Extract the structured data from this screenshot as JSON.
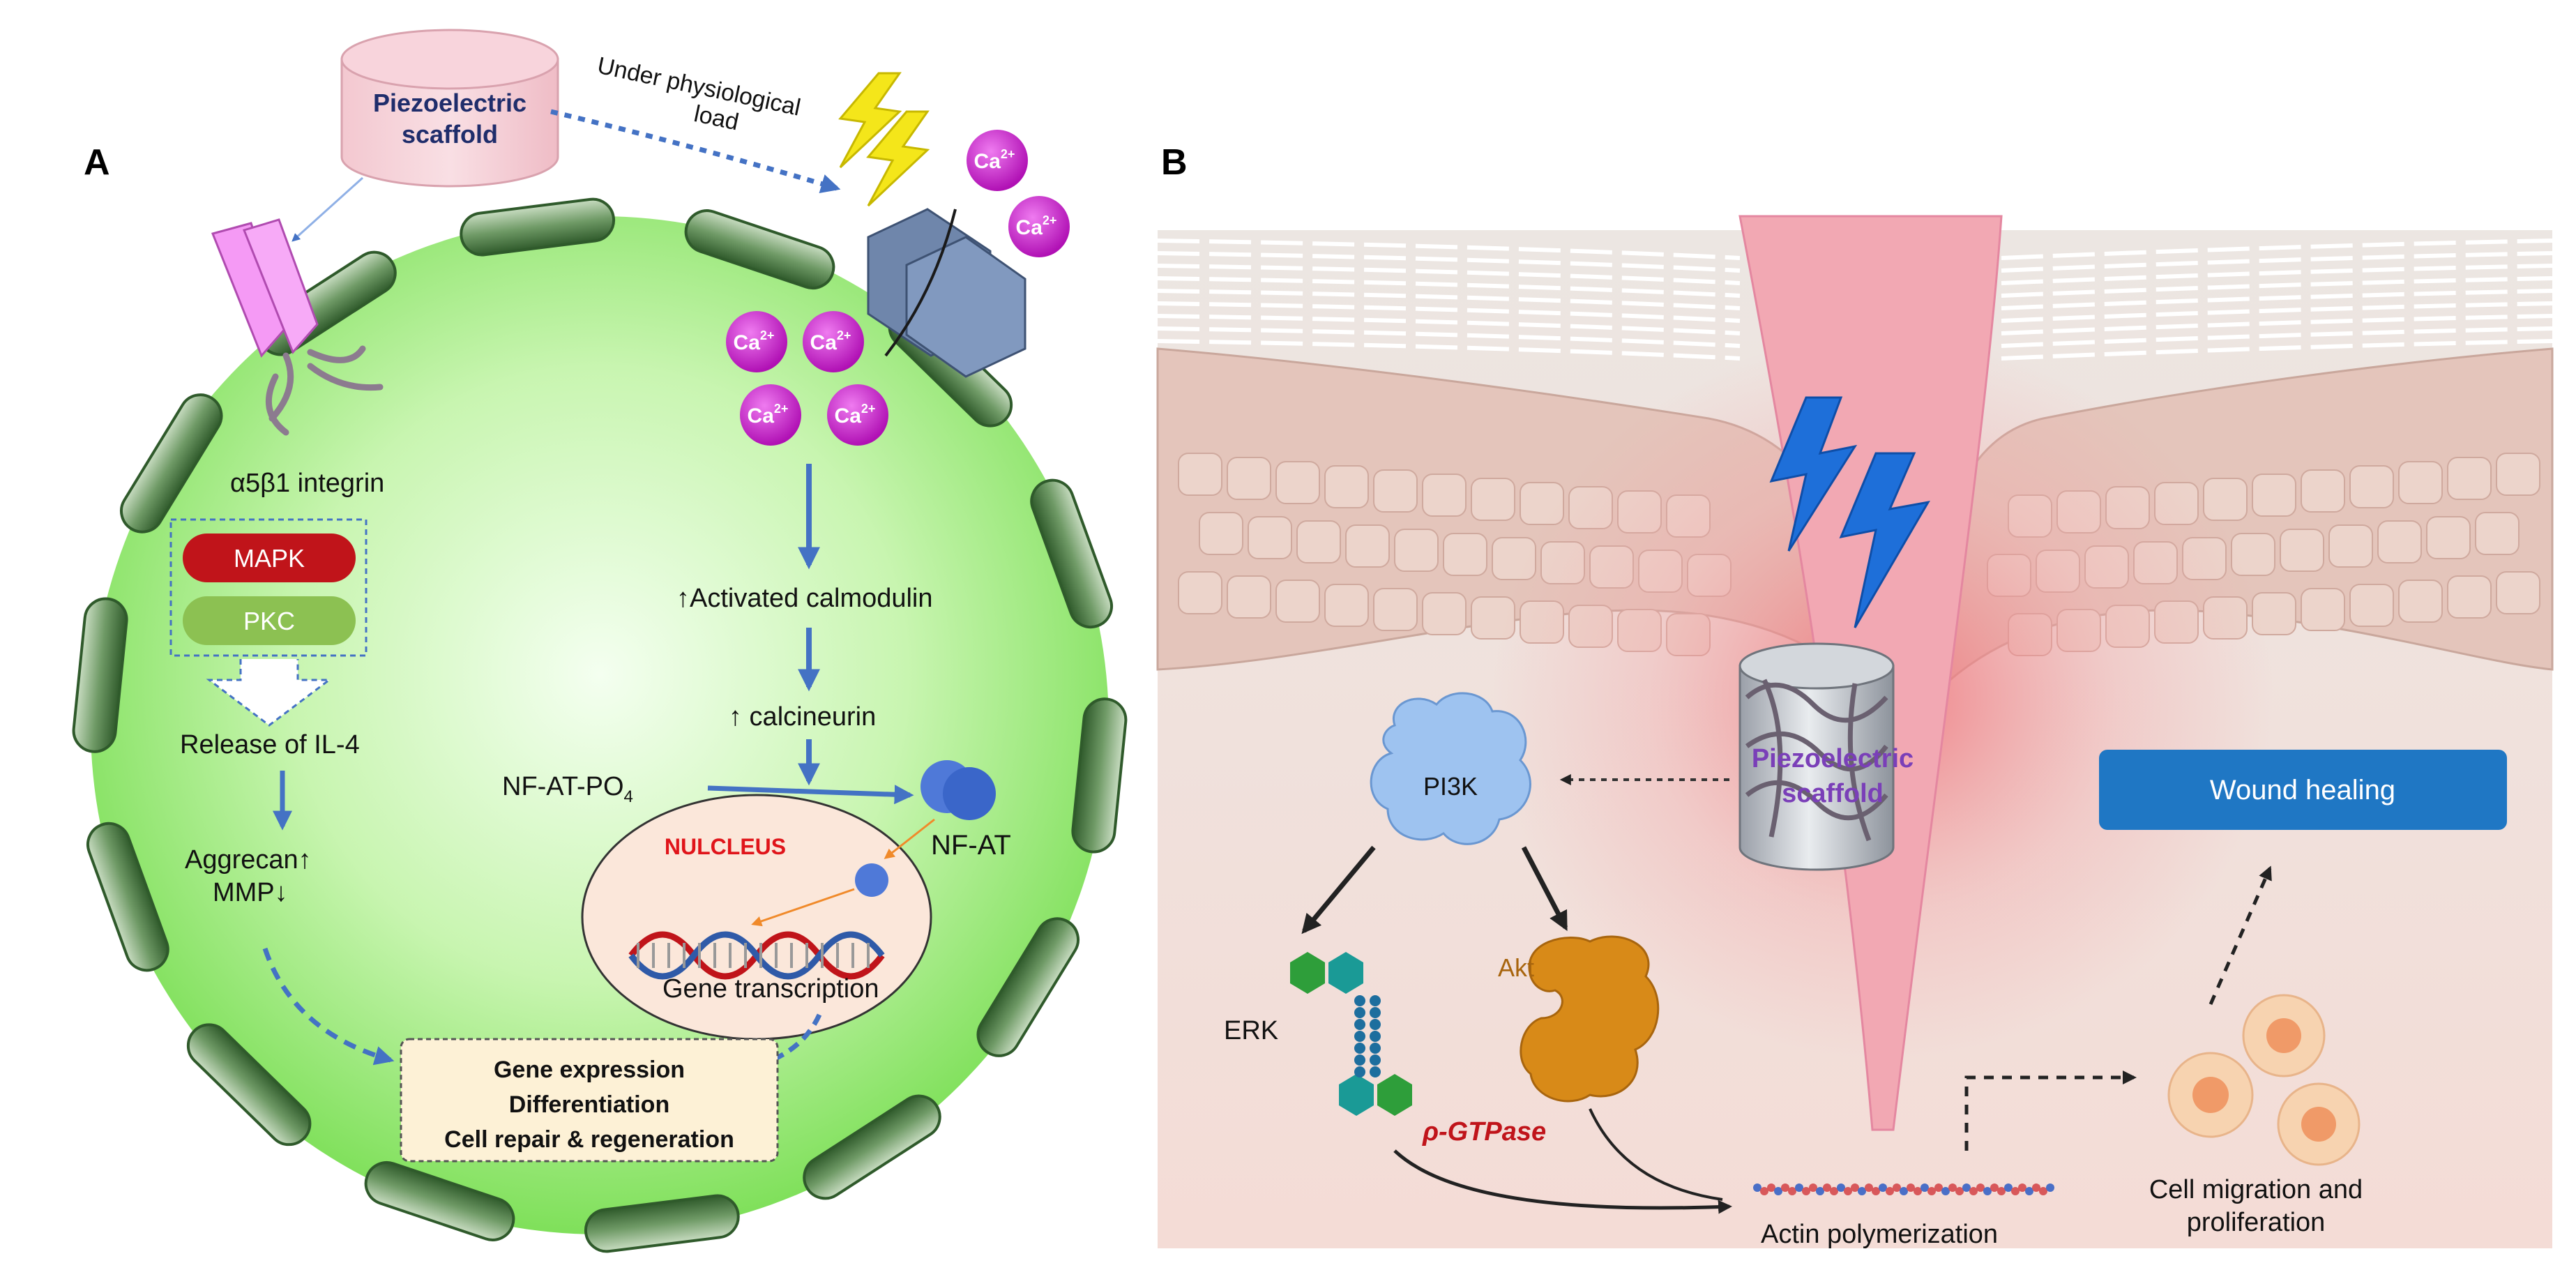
{
  "panel_a": {
    "panel_label": "A",
    "scaffold_line1": "Piezoelectric",
    "scaffold_line2": "scaffold",
    "load_line1": "Under physiological",
    "load_line2": "load",
    "ca_label": "Ca",
    "ca_charge": "2+",
    "integrin_label": "α5β1 integrin",
    "mapk": "MAPK",
    "pkc": "PKC",
    "release_il4": "Release of IL-4",
    "aggrecan": "Aggrecan↑",
    "mmp": "MMP↓",
    "calmodulin": "↑Activated calmodulin",
    "calcineurin": "↑ calcineurin",
    "nfat_po4": "NF-AT-PO",
    "nfat_po4_sub": "4",
    "nfat": "NF-AT",
    "nucleus": "NULCLEUS",
    "gene_transcription": "Gene transcription",
    "outcome_line1": "Gene expression",
    "outcome_line2": "Differentiation",
    "outcome_line3": "Cell repair & regeneration"
  },
  "panel_b": {
    "panel_label": "B",
    "scaffold_line1": "Piezoelectric",
    "scaffold_line2": "scaffold",
    "pi3k": "PI3K",
    "erk": "ERK",
    "akt": "Akt",
    "rho_gtpase": "ρ-GTPase",
    "actin": "Actin polymerization",
    "wound_healing": "Wound healing",
    "migration_line1": "Cell migration and",
    "migration_line2": "proliferation"
  },
  "colors": {
    "cell_fill": "#b8f29a",
    "membrane": "#5d8a5a",
    "mapk": "#c0141a",
    "pkc": "#8cc152",
    "calcium": "#c81fc8",
    "arrow_blue": "#4472c4",
    "nucleus_text": "#e0141a",
    "wound_healing_box": "#1f77c4",
    "scaffold_text_b": "#7a3fb8",
    "rho_text": "#c0141a",
    "akt_fill": "#d88a18",
    "erk_green": "#2e9e3a",
    "erk_teal": "#1a9a96",
    "lightning": "#1e6fd9",
    "lightning_a": "#f4e61a"
  }
}
